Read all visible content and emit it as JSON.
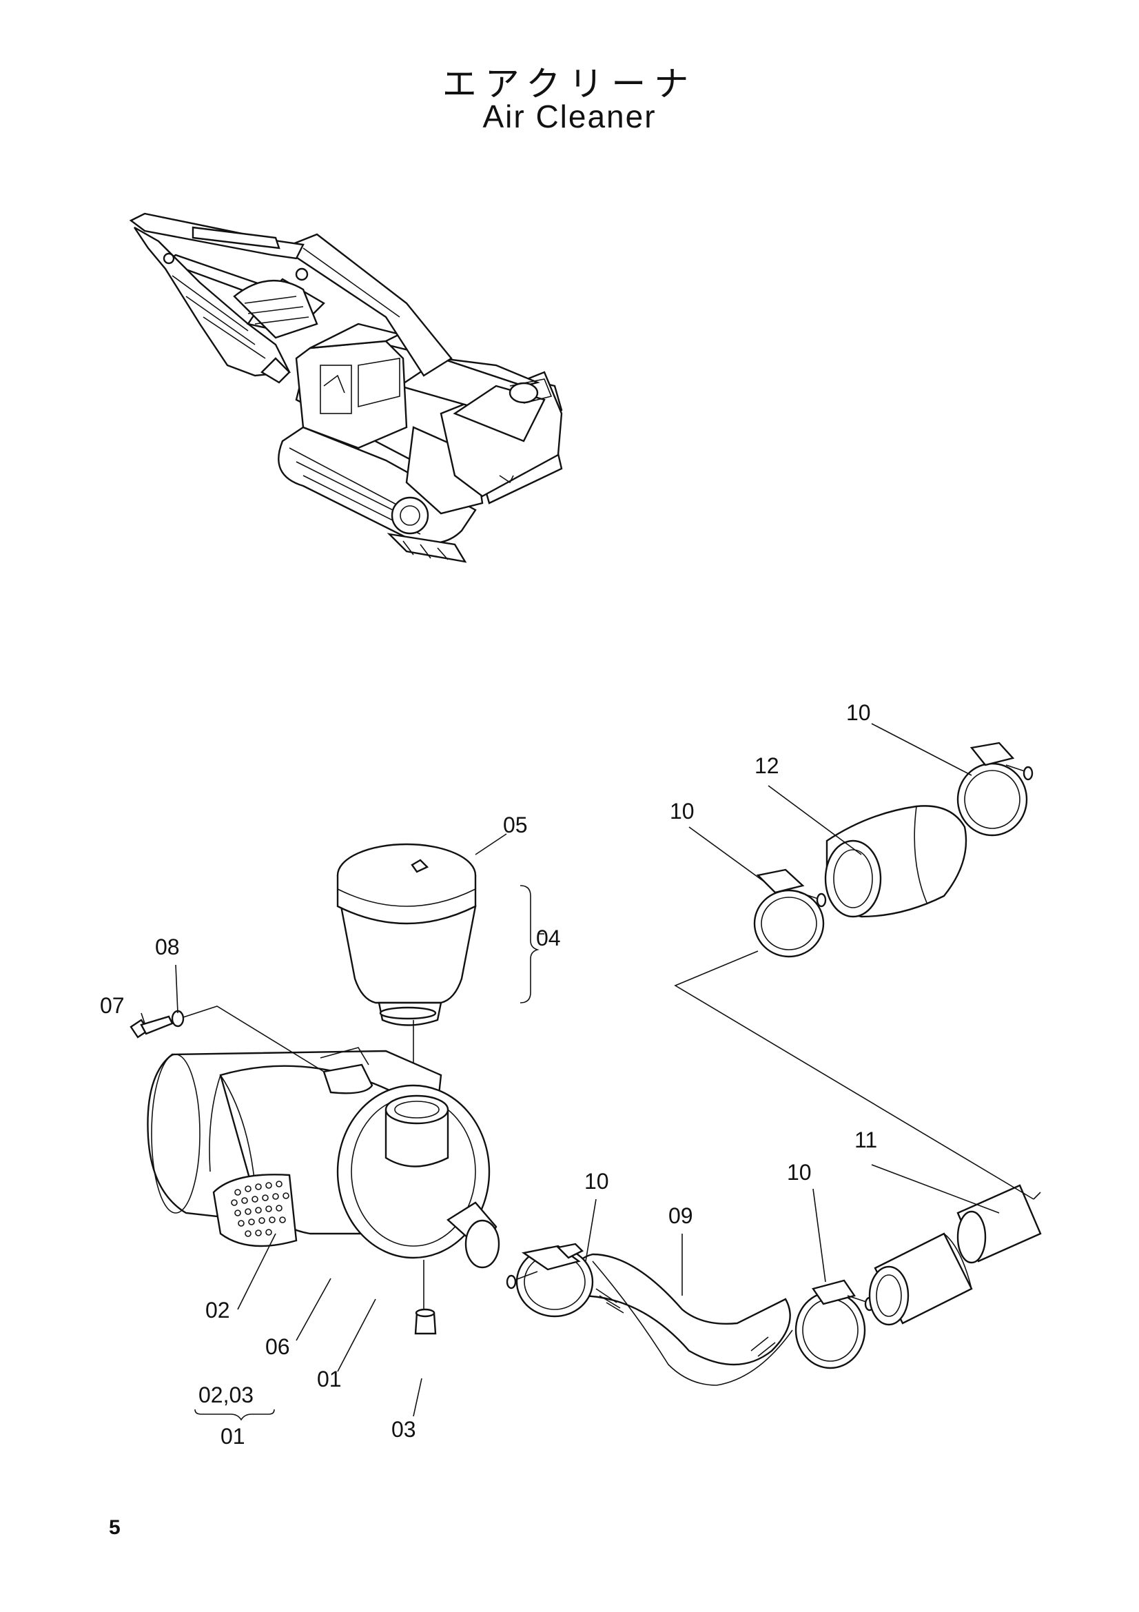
{
  "title_jp": "エアクリーナ",
  "title_en": "Air Cleaner",
  "page_number": "5",
  "part_labels": {
    "p01": "01",
    "p02": "02",
    "p03": "03",
    "p04": "04",
    "p05": "05",
    "p06": "06",
    "p07": "07",
    "p08": "08",
    "p09": "09",
    "p10a": "10",
    "p10b": "10",
    "p10c": "10",
    "p10d": "10",
    "p11": "11",
    "p12": "12"
  },
  "note": {
    "top": "02,03",
    "bottom": "01"
  }
}
